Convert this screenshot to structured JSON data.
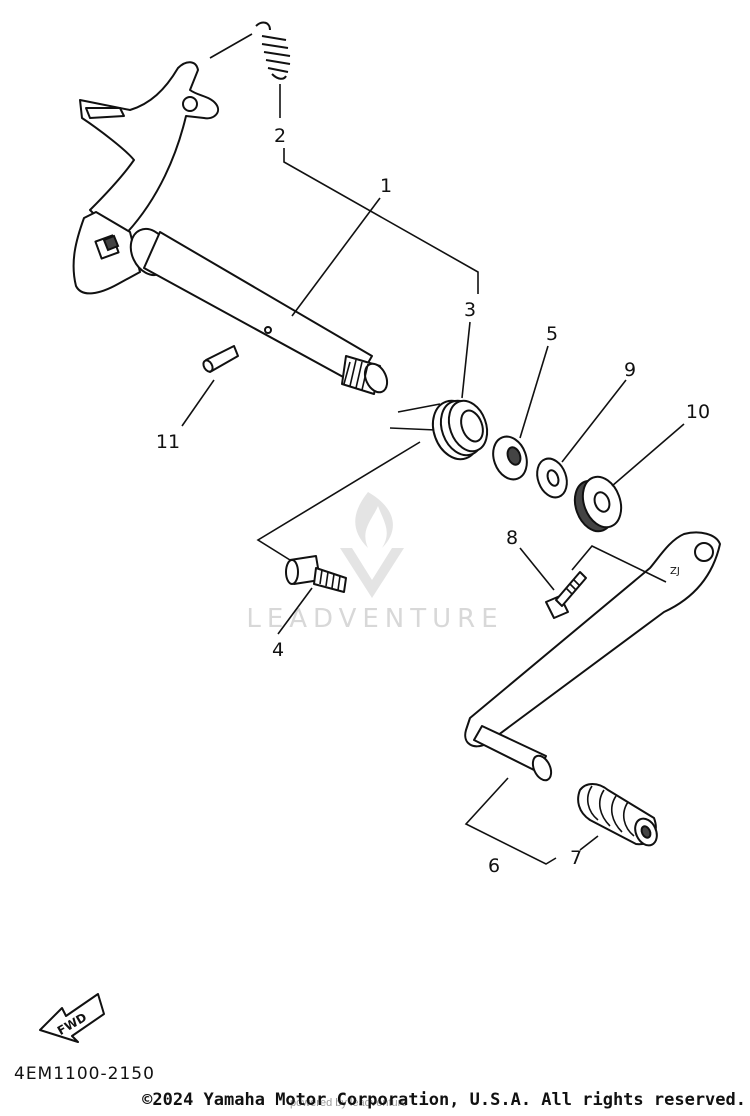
{
  "diagram": {
    "code": "4EM1100-2150",
    "copyright": "©2024 Yamaha Motor Corporation, U.S.A. All rights reserved.",
    "watermark_link": "powered by leadventure",
    "watermark_brand": "LEADVENTURE",
    "fwd_arrow": "FWD",
    "parts": [
      {
        "ref": "1"
      },
      {
        "ref": "2"
      },
      {
        "ref": "3"
      },
      {
        "ref": "4"
      },
      {
        "ref": "5"
      },
      {
        "ref": "6"
      },
      {
        "ref": "7"
      },
      {
        "ref": "8"
      },
      {
        "ref": "9"
      },
      {
        "ref": "10"
      },
      {
        "ref": "11"
      }
    ]
  }
}
